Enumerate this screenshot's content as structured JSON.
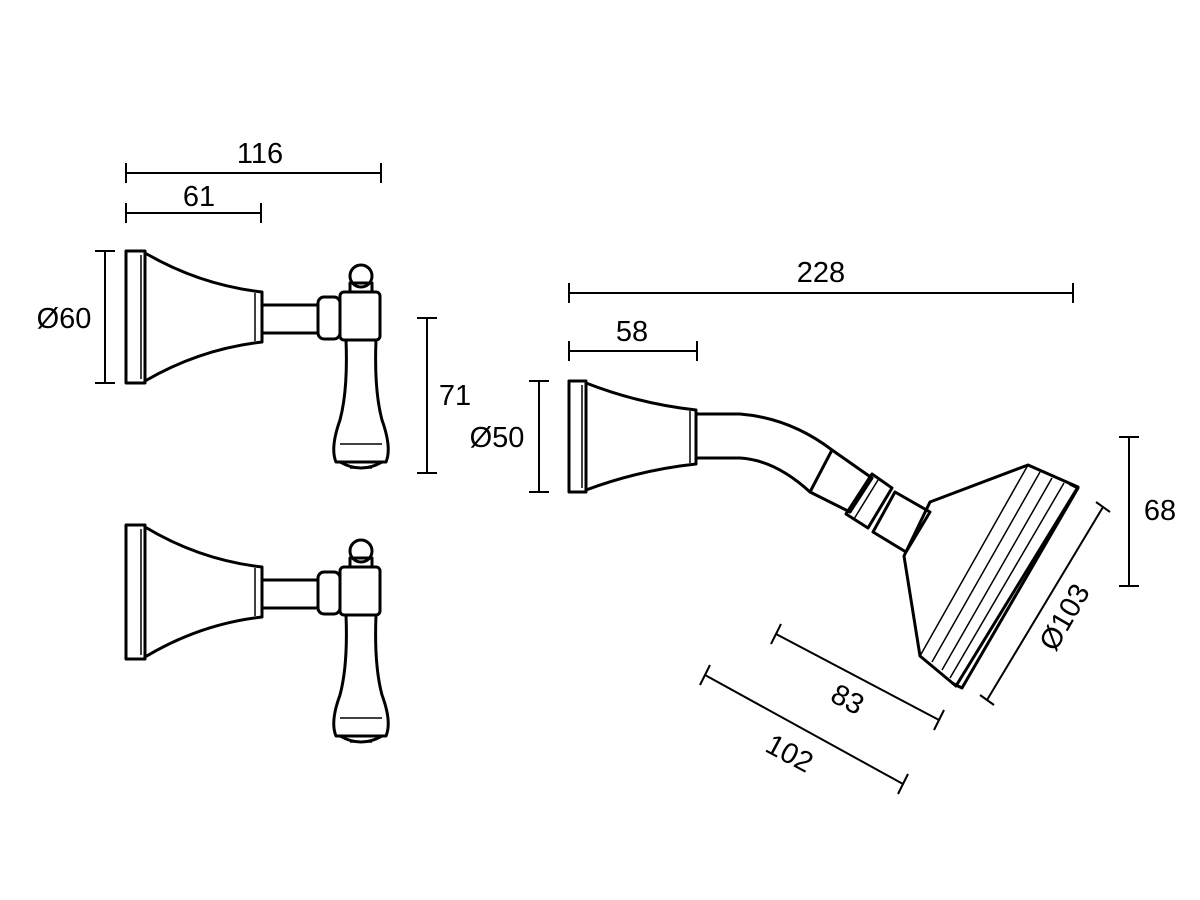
{
  "dimensions": {
    "valve_total_length": "116",
    "valve_flange_depth": "61",
    "valve_flange_diameter": "Ø60",
    "valve_handle_height": "71",
    "arm_total_length": "228",
    "arm_flange_depth": "58",
    "arm_flange_diameter": "Ø50",
    "head_height": "68",
    "head_diameter": "Ø103",
    "head_depth_inner": "83",
    "head_depth_outer": "102"
  }
}
